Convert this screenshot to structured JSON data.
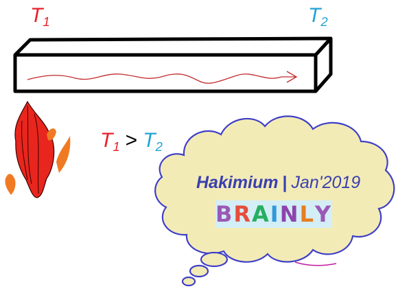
{
  "labels": {
    "t1": {
      "letter": "T",
      "sub": "1"
    },
    "t2": {
      "letter": "T",
      "sub": "2"
    },
    "comparison_op": ">"
  },
  "cloud": {
    "author": "Hakimium",
    "separator": "|",
    "date": "Jan'2019",
    "brand": [
      "B",
      "R",
      "A",
      "I",
      "N",
      "L",
      "Y"
    ]
  },
  "colors": {
    "t1": "#e8202a",
    "t2": "#1fa3d6",
    "cloud_fill": "#f3ebb6",
    "cloud_outline": "#3f3fc8",
    "cloud_text": "#3a3fb0",
    "brand_bg": "#d3eef6",
    "brand_letters": [
      "#9b59b6",
      "#e74c3c",
      "#27ae60",
      "#3498db",
      "#8e44ad",
      "#e67e22",
      "#9b59b6"
    ],
    "flame": "#e8261d",
    "flame_side": "#f07a23",
    "heat_arrow": "#c0282c"
  },
  "icons": [
    "flame-icon",
    "heat-flow-arrow",
    "thought-cloud"
  ]
}
